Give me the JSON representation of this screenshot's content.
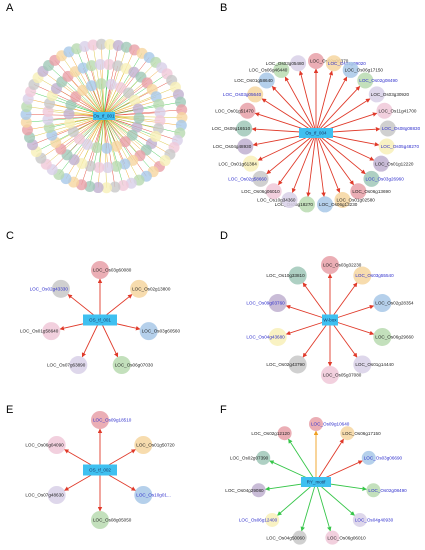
{
  "colors": {
    "hub": "#3fc0f0",
    "edge_red": "#e03a2a",
    "edge_green": "#37c64a",
    "edge_orange": "#f0a020",
    "label_black": "#222222",
    "label_blue": "#2d2dcc",
    "node_fills": [
      "#e8a0a8",
      "#f6d6a0",
      "#a8c8e8",
      "#b8dab0",
      "#d8d0e8",
      "#f0c8d8",
      "#c8c8c8",
      "#f8f0b8",
      "#c0b0d0",
      "#a0c8b8"
    ]
  },
  "panels": [
    {
      "letter": "A",
      "hub": "Os_tf_001",
      "dense": true,
      "nodes": []
    },
    {
      "letter": "B",
      "hub": "Os_tf_004",
      "nodes": [
        {
          "label": "LOC_Os02g06370",
          "color": "black",
          "edge": "red"
        },
        {
          "label": "LOC_Os11g09020",
          "color": "blue",
          "edge": "red"
        },
        {
          "label": "LOC_Os06g17150",
          "color": "black",
          "edge": "red"
        },
        {
          "label": "LOC_Os02g08490",
          "color": "blue",
          "edge": "red"
        },
        {
          "label": "LOC_Os03g30920",
          "color": "black",
          "edge": "red"
        },
        {
          "label": "LOC_Os11g41700",
          "color": "black",
          "edge": "red"
        },
        {
          "label": "LOC_Os08g08830",
          "color": "blue",
          "edge": "red"
        },
        {
          "label": "LOC_Os05g48270",
          "color": "blue",
          "edge": "red"
        },
        {
          "label": "LOC_Os01g12220",
          "color": "black",
          "edge": "red"
        },
        {
          "label": "LOC_Os03g26960",
          "color": "blue",
          "edge": "red"
        },
        {
          "label": "LOC_Os06g13690",
          "color": "black",
          "edge": "red"
        },
        {
          "label": "LOC_Os01g02580",
          "color": "black",
          "edge": "red"
        },
        {
          "label": "LOC_Os06g13230",
          "color": "black",
          "edge": "red"
        },
        {
          "label": "LOC_Os06g18270",
          "color": "black",
          "edge": "red"
        },
        {
          "label": "LOC_Os10g34360",
          "color": "black",
          "edge": "red"
        },
        {
          "label": "LOC_Os06g06010",
          "color": "black",
          "edge": "red"
        },
        {
          "label": "LOC_Os02g58660",
          "color": "blue",
          "edge": "red"
        },
        {
          "label": "LOC_Os01g61384",
          "color": "black",
          "edge": "red"
        },
        {
          "label": "LOC_Os04g48930",
          "color": "black",
          "edge": "red"
        },
        {
          "label": "LOC_Os09g16510",
          "color": "black",
          "edge": "red"
        },
        {
          "label": "LOC_Os01g51470",
          "color": "black",
          "edge": "red"
        },
        {
          "label": "LOC_Os03g05640",
          "color": "blue",
          "edge": "red"
        },
        {
          "label": "LOC_Os01g58640",
          "color": "black",
          "edge": "red"
        },
        {
          "label": "LOC_Os06g46440",
          "color": "black",
          "edge": "red"
        },
        {
          "label": "LOC_Os03g05480",
          "color": "black",
          "edge": "red"
        }
      ]
    },
    {
      "letter": "C",
      "hub": "OS_tf_001",
      "nodes": [
        {
          "label": "LOC_Os03g60080",
          "color": "black",
          "edge": "red"
        },
        {
          "label": "LOC_Os02g13800",
          "color": "black",
          "edge": "red"
        },
        {
          "label": "LOC_Os03g60560",
          "color": "black",
          "edge": "red"
        },
        {
          "label": "LOC_Os06g07030",
          "color": "black",
          "edge": "red"
        },
        {
          "label": "LOC_Os07g63890",
          "color": "black",
          "edge": "red"
        },
        {
          "label": "LOC_Os01g58640",
          "color": "black",
          "edge": "red"
        },
        {
          "label": "LOC_Os02g43330",
          "color": "blue",
          "edge": "red"
        }
      ]
    },
    {
      "letter": "D",
      "hub": "W-box",
      "nodes": [
        {
          "label": "LOC_Os03g32230",
          "color": "black",
          "edge": "red"
        },
        {
          "label": "LOC_Os03g55540",
          "color": "blue",
          "edge": "red"
        },
        {
          "label": "LOC_Os02g28354",
          "color": "black",
          "edge": "red"
        },
        {
          "label": "LOC_Os06g29660",
          "color": "black",
          "edge": "red"
        },
        {
          "label": "LOC_Os01g14440",
          "color": "black",
          "edge": "red"
        },
        {
          "label": "LOC_Os05g37080",
          "color": "black",
          "edge": "red"
        },
        {
          "label": "LOC_Os02g43790",
          "color": "black",
          "edge": "red"
        },
        {
          "label": "LOC_Os04g43680",
          "color": "blue",
          "edge": "red"
        },
        {
          "label": "LOC_Os09g03760",
          "color": "blue",
          "edge": "red"
        },
        {
          "label": "LOC_Os10g33810",
          "color": "black",
          "edge": "red"
        }
      ]
    },
    {
      "letter": "E",
      "hub": "OS_tf_002",
      "nodes": [
        {
          "label": "LOC_Os09g18510",
          "color": "blue",
          "edge": "red"
        },
        {
          "label": "LOC_Os01g50720",
          "color": "black",
          "edge": "red"
        },
        {
          "label": "LOC_Os10g01...",
          "color": "blue",
          "edge": "red"
        },
        {
          "label": "LOC_Os08g05050",
          "color": "black",
          "edge": "red"
        },
        {
          "label": "LOC_Os07g48630",
          "color": "black",
          "edge": "red"
        },
        {
          "label": "LOC_Os06g04090",
          "color": "black",
          "edge": "red"
        }
      ]
    },
    {
      "letter": "F",
      "hub": "RY_motif",
      "nodes": [
        {
          "label": "LOC_Os09g10640",
          "color": "blue",
          "edge": "orange"
        },
        {
          "label": "LOC_Os06g17150",
          "color": "black",
          "edge": "red"
        },
        {
          "label": "LOC_Os03g06690",
          "color": "blue",
          "edge": "red"
        },
        {
          "label": "LOC_Os02g08490",
          "color": "blue",
          "edge": "green"
        },
        {
          "label": "LOC_Os04g40930",
          "color": "blue",
          "edge": "green"
        },
        {
          "label": "LOC_Os06g06010",
          "color": "black",
          "edge": "green"
        },
        {
          "label": "LOC_Os04g50060",
          "color": "black",
          "edge": "green"
        },
        {
          "label": "LOC_Os06g12400",
          "color": "blue",
          "edge": "green"
        },
        {
          "label": "LOC_Os04g29080",
          "color": "black",
          "edge": "green"
        },
        {
          "label": "LOC_Os02g07390",
          "color": "black",
          "edge": "green"
        },
        {
          "label": "LOC_Os02g12120",
          "color": "black",
          "edge": "green"
        }
      ]
    }
  ]
}
